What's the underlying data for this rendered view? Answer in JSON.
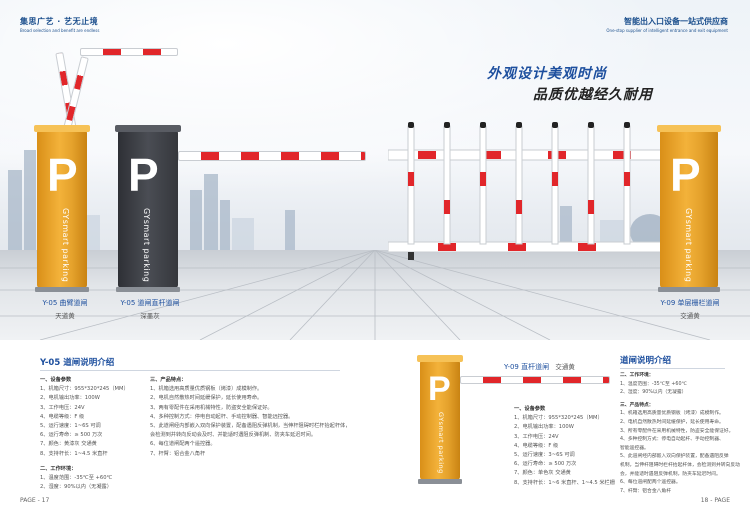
{
  "brand_left": {
    "title": "集思广艺 · 艺无止境",
    "subtitle": "Broad selection and benefit are endless"
  },
  "brand_right": {
    "title": "智能出入口设备一站式供应商",
    "subtitle": "One-stop supplier of intelligent entrance and exit equipment"
  },
  "slogan": {
    "line1": "外观设计美观时尚",
    "line2": "品质优越经久耐用"
  },
  "cabinet": {
    "logo": "P",
    "text": "GYsmart parking"
  },
  "captions": [
    {
      "model": "Y-05 曲臂道闸",
      "color": "天道黄"
    },
    {
      "model": "Y-05 道闸直杆道闸",
      "color": "深墨灰"
    },
    {
      "model": "Y-09 单层栅栏道闸",
      "color": "交通黄"
    }
  ],
  "left_page": {
    "title": "Y-05 道闸说明介绍",
    "col1": {
      "h1": "一、设备参数",
      "items1": [
        "1、机箱尺寸：955*320*245（MM）",
        "2、电机输出功率：100W",
        "3、工作电压：24V",
        "4、电缆等级：F 级",
        "5、运行速度：1~6S 可调",
        "6、运行寿命：≥ 500 万次",
        "7、颜色：黄漆灰  交通黄",
        "8、支持杆长：1~4.5 米直杆"
      ],
      "h2": "二、工作环境：",
      "items2": [
        "1、温度范围：-35℃至 +60℃",
        "2、湿度：90%以内（无凝露）"
      ]
    },
    "col2": {
      "h1": "三、产品特点：",
      "items1": [
        "1、机箱选用高质量优质钢板（烤漆）成模制作。",
        "2、电机自然散热时间延缓保护，延长使用寿命。",
        "3、两有零配件在采用机械特性，防盗安全能保证好。",
        "4、多种控制方式：停电自动起杆、手动控制器、智能远控器。",
        "5、此道闸经内部嵌入双向保护装置，配备遇阻反弹机制，当伸杆阻碍时栏杆抬起杆体，",
        "   会检测到并转向反动会及时、并能适时遇阻反弹机制、防夹车延迟时间。",
        "6、每位道闸配两个遥控器。",
        "7、杆臂：铝合金八角杆"
      ]
    }
  },
  "right_page": {
    "product_caption": {
      "model": "Y-09 直杆道闸",
      "color": "交通黄"
    },
    "col1": {
      "h1": "一、设备参数",
      "items1": [
        "1、机箱尺寸：955*320*245（MM）",
        "2、电机输出功率：100W",
        "3、工作电压：24V",
        "4、电缆等级：F 级",
        "5、运行速度：3~6S 可调",
        "6、运行寿命：≥ 500 万次",
        "7、颜色：单色灰  交通黄",
        "8、支持杆长：1~6 米直杆、1~4.5 米栏栅"
      ]
    },
    "title": "道闸说明介绍",
    "col2": {
      "h1": "二、工作环境：",
      "items1": [
        "1、温度范围：-35℃至 +60℃",
        "2、湿度：90%以内（无凝露）"
      ],
      "h2": "三、产品特点：",
      "items2": [
        "1、机箱选用高质量优质钢板（烤漆）成模制作。",
        "2、电机自然散热时间延缓保护，延长使用寿命。",
        "3、所有零配件在采用机械特性，防盗安全能保证好。",
        "4、多种控制方式：停电自动起杆、手动控制器、",
        "   智能遥控器。",
        "5、此道闸经内部嵌入双向保护装置，配备遇阻反弹",
        "   机制，当伸杆阻碍时栏杆抬起杆体，会检测到并转向反动",
        "   会，并能适时遇阻反弹机制，防夹车延迟时间。",
        "6、每位道闸配两个遥控器。",
        "7、杆臂：铝合金八角杆"
      ]
    }
  },
  "pages": {
    "left": "PAGE - 17",
    "right": "18 - PAGE"
  },
  "colors": {
    "accent": "#1d4f9e",
    "cabinet_orange": "#f0ad35",
    "cabinet_dark": "#3b3d43",
    "stripe_red": "#e1262a"
  }
}
